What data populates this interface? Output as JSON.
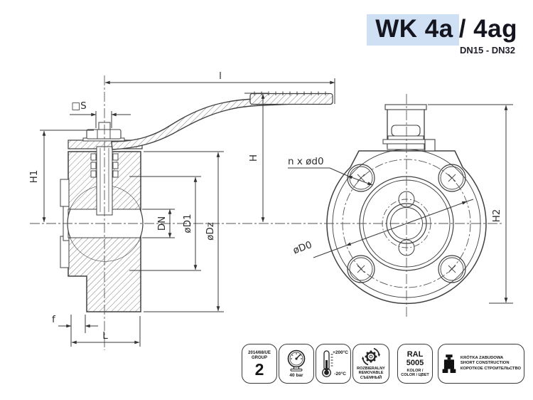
{
  "title": {
    "model_highlighted": "WK 4a",
    "model_suffix": "/ 4ag",
    "size_range": "DN15 - DN32",
    "highlight_color": "#cfe0f5"
  },
  "drawing": {
    "left_view_labels": {
      "lever_length": "l",
      "stem_square": "□S",
      "height_h1": "H1",
      "bore": "DN",
      "raised_face_diameter": "øD1",
      "body_diameter": "øDz",
      "face_thickness": "f",
      "body_length": "L",
      "height_h": "H"
    },
    "right_view_labels": {
      "bolt_holes": "n x ød0",
      "bolt_circle_diameter": "øD0",
      "height_h2": "H2"
    }
  },
  "badges": {
    "ped": {
      "directive": "2014/68/UE",
      "group_label": "GROUP",
      "group_value": "2"
    },
    "pressure": {
      "value": "40 bar"
    },
    "temperature": {
      "max": "+200°C",
      "min": "-20°C"
    },
    "removable": {
      "line1": "ROZBIERALNY",
      "line2": "REMOVABLE",
      "line3": "СЪЕМНЫЙ"
    },
    "color": {
      "line1": "RAL",
      "line2": "5005",
      "line3": "KOLOR /",
      "line4": "COLOR / ЦВЕТ"
    },
    "construction": {
      "line1": "KRÓTKA ZABUDOWA",
      "line2": "SHORT CONSTRUCTION",
      "line3": "КОРОТКОЕ СТРОИТЕЛЬСТВО"
    }
  }
}
